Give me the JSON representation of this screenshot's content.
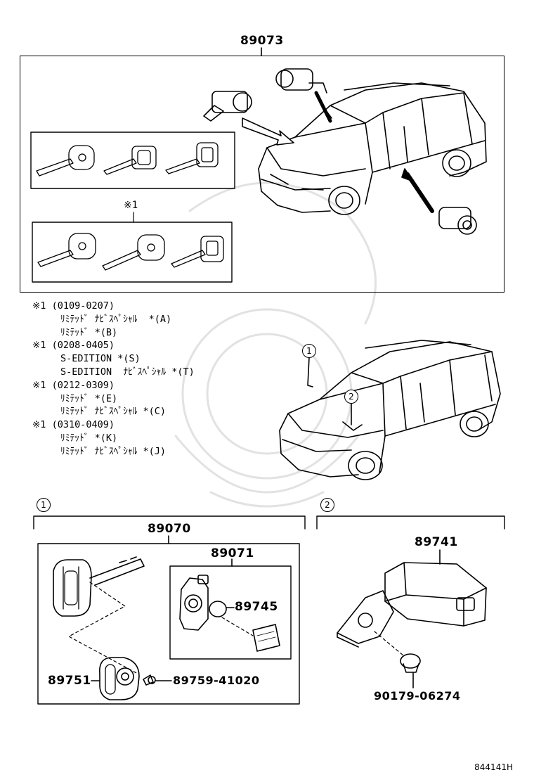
{
  "diagram": {
    "assembly_top": "89073",
    "key_group_label": "※1",
    "notes": [
      {
        "ref": "※1",
        "range": "(0109-0207)",
        "lines": [
          "ﾘﾐﾃｯﾄﾞ ﾅﾋﾞｽﾍﾟｼｬﾙ  *(A)",
          "ﾘﾐﾃｯﾄﾞ *(B)"
        ]
      },
      {
        "ref": "※1",
        "range": "(0208-0405)",
        "lines": [
          "S-EDITION *(S)",
          "S-EDITION  ﾅﾋﾞｽﾍﾟｼｬﾙ *(T)"
        ]
      },
      {
        "ref": "※1",
        "range": "(0212-0309)",
        "lines": [
          "ﾘﾐﾃｯﾄﾞ *(E)",
          "ﾘﾐﾃｯﾄﾞ ﾅﾋﾞｽﾍﾟｼｬﾙ *(C)"
        ]
      },
      {
        "ref": "※1",
        "range": "(0310-0409)",
        "lines": [
          "ﾘﾐﾃｯﾄﾞ *(K)",
          "ﾘﾐﾃｯﾄﾞ ﾅﾋﾞｽﾍﾟｼｬﾙ *(J)"
        ]
      }
    ],
    "callouts": {
      "one": "1",
      "two": "2"
    },
    "section1": {
      "number": "1",
      "assembly": "89070",
      "sub_assembly": "89071",
      "part_battery": "89745",
      "part_cover": "89751",
      "part_screw": "89759-41020"
    },
    "section2": {
      "number": "2",
      "part_receiver": "89741",
      "part_clip": "90179-06274"
    },
    "drawing_code": "844141H"
  }
}
